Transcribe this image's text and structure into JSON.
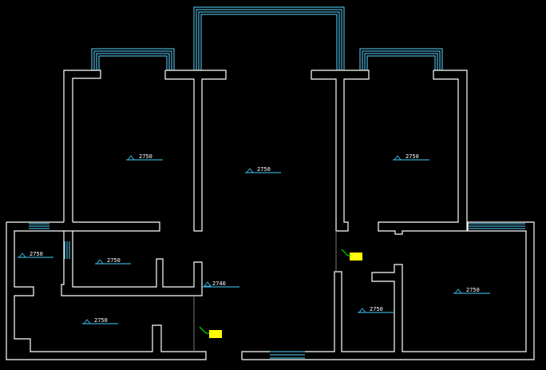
{
  "plan": {
    "background": "#000000",
    "wall_color": "#ffffff",
    "window_color": "#5ad6ff",
    "marker_color": "#ffff00",
    "elevation_labels": [
      {
        "id": "bedroom-left",
        "text": "2750"
      },
      {
        "id": "living-center",
        "text": "2750"
      },
      {
        "id": "bedroom-right",
        "text": "2750"
      },
      {
        "id": "room-left-small",
        "text": "2750"
      },
      {
        "id": "room-left-mid",
        "text": "2750"
      },
      {
        "id": "corridor",
        "text": "2740"
      },
      {
        "id": "room-left-bottom",
        "text": "2750"
      },
      {
        "id": "room-right-small",
        "text": "2750"
      },
      {
        "id": "room-right-large",
        "text": "2750"
      }
    ]
  }
}
